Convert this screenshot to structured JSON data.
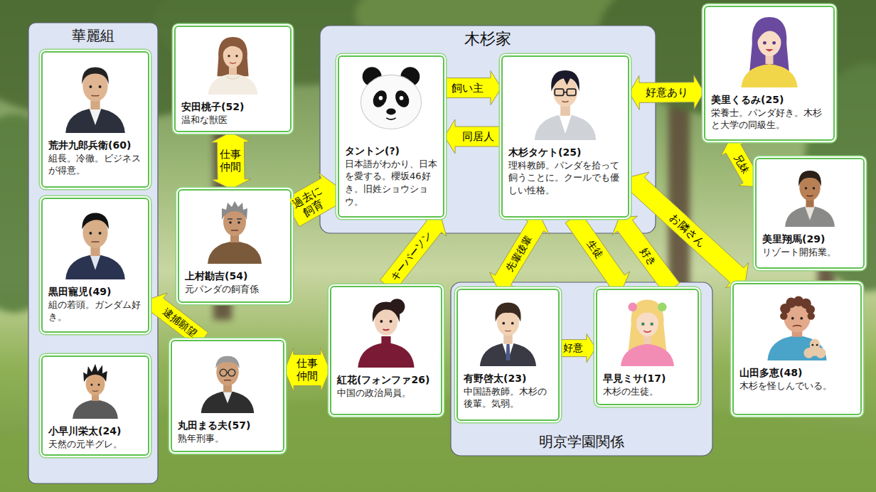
{
  "diagram": {
    "nodes": [
      {
        "text": [
          "華麗組"
        ]
      },
      {
        "text": [
          "荒井九郎兵衛(60)",
          "組長。冷徹。ビジネスが得意。"
        ],
        "in": 0
      },
      {
        "text": [
          "黒田寵児(49)",
          "組の若頭。ガンダム好き。"
        ],
        "in": 0
      },
      {
        "text": [
          "小早川栄太(24)",
          "天然の元半グレ。"
        ],
        "in": 0
      },
      {
        "text": [
          "安田桃子(52)",
          "温和な獣医"
        ]
      },
      {
        "text": [
          "上村勘吉(54)",
          "元パンダの飼育係"
        ]
      },
      {
        "text": [
          "丸田まる夫(57)",
          "熟年刑事。"
        ]
      },
      {
        "text": [
          "木杉家"
        ]
      },
      {
        "text": [
          "タントン(?)",
          "日本語がわかり、日本を愛する。櫻坂46好き。旧姓ショウショウ。"
        ],
        "in": 7
      },
      {
        "text": [
          "木杉タケト(25)",
          "理科教師。パンダを拾って飼うことに。クールでも優しい性格。"
        ],
        "in": 7
      },
      {
        "text": [
          "紅花(フォンファ26)",
          "中国の政治局員。"
        ]
      },
      {
        "text": [
          "明京学園関係"
        ]
      },
      {
        "text": [
          "有野啓太(23)",
          "中国語教師。木杉の後輩。気弱。"
        ],
        "in": 11
      },
      {
        "text": [
          "早見ミサ(17)",
          "木杉の生徒。"
        ],
        "in": 11
      },
      {
        "text": [
          "美里くるみ(25)",
          "栄養士。パンダ好き。木杉と大学の同級生。"
        ]
      },
      {
        "text": [
          "美里翔馬(29)",
          "リゾート開拓業。"
        ]
      },
      {
        "text": [
          "山田多恵(48)",
          "木杉を怪しんでいる。"
        ]
      }
    ],
    "edges": [
      {
        "from": 8,
        "to": 9,
        "label": "飼い主",
        "arrow": "to"
      },
      {
        "from": 9,
        "to": 8,
        "label": "同居人",
        "arrow": "to"
      },
      {
        "from": 9,
        "to": 14,
        "label": "好意あり",
        "arrow": "both"
      },
      {
        "from": 14,
        "to": 15,
        "label": "兄妹",
        "arrow": "both"
      },
      {
        "from": 4,
        "to": 5,
        "label": "仕事仲間",
        "arrow": "both"
      },
      {
        "from": 5,
        "to": 8,
        "label": "過去に飼育",
        "arrow": "to"
      },
      {
        "from": 6,
        "to": 2,
        "label": "逮捕願望",
        "arrow": "to"
      },
      {
        "from": 6,
        "to": 10,
        "label": "仕事仲間",
        "arrow": "both"
      },
      {
        "from": 10,
        "to": 8,
        "label": "キーパーソン",
        "arrow": "to"
      },
      {
        "from": 9,
        "to": 12,
        "label": "先輩後輩",
        "arrow": "both"
      },
      {
        "from": 9,
        "to": 13,
        "label": "生徒",
        "arrow": "to"
      },
      {
        "from": 13,
        "to": 9,
        "label": "好き",
        "arrow": "to"
      },
      {
        "from": 12,
        "to": 13,
        "label": "好意",
        "arrow": "to"
      },
      {
        "from": 9,
        "to": 16,
        "label": "お隣さん",
        "arrow": "both"
      }
    ]
  }
}
